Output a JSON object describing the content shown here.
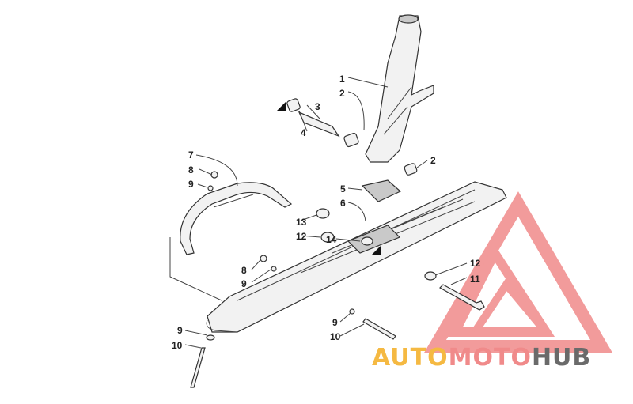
{
  "callouts": [
    {
      "id": "c1a",
      "text": "1"
    },
    {
      "id": "c2a",
      "text": "2"
    },
    {
      "id": "c3",
      "text": "3"
    },
    {
      "id": "c4",
      "text": "4"
    },
    {
      "id": "c2b",
      "text": "2"
    },
    {
      "id": "c7",
      "text": "7"
    },
    {
      "id": "c8a",
      "text": "8"
    },
    {
      "id": "c9a",
      "text": "9"
    },
    {
      "id": "c5",
      "text": "5"
    },
    {
      "id": "c6",
      "text": "6"
    },
    {
      "id": "c13",
      "text": "13"
    },
    {
      "id": "c12a",
      "text": "12"
    },
    {
      "id": "c14",
      "text": "14"
    },
    {
      "id": "c8b",
      "text": "8"
    },
    {
      "id": "c9b",
      "text": "9"
    },
    {
      "id": "c12b",
      "text": "12"
    },
    {
      "id": "c11",
      "text": "11"
    },
    {
      "id": "c9c",
      "text": "9"
    },
    {
      "id": "c10a",
      "text": "10"
    },
    {
      "id": "c9d",
      "text": "9"
    },
    {
      "id": "c10b",
      "text": "10"
    }
  ],
  "watermark": {
    "part1": "AUTO",
    "part2": "MOTO",
    "part3": "HUB",
    "color_auto": "#f5b942",
    "color_moto": "#f08a8a",
    "color_hub": "#6a6a6a",
    "logo_color": "#f08a8a"
  }
}
